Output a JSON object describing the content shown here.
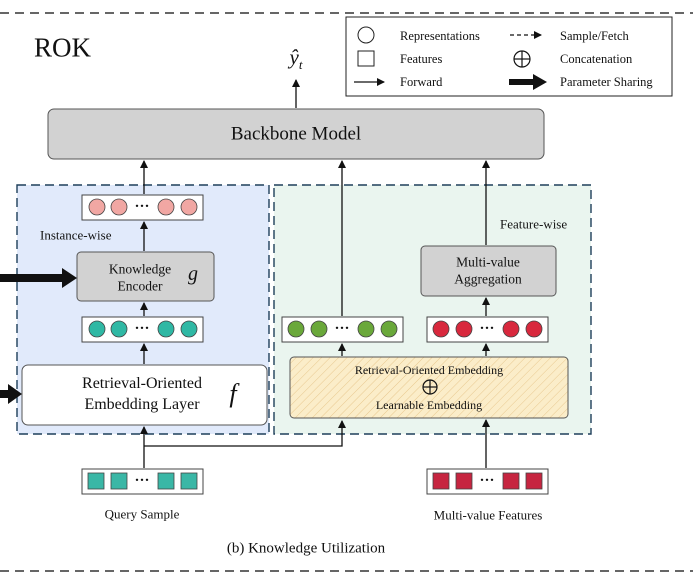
{
  "title": "ROK",
  "caption": "(b) Knowledge Utilization",
  "output_label": "ŷ",
  "output_subscript": "t",
  "legend": {
    "representations": "Representations",
    "features": "Features",
    "forward": "Forward",
    "sample_fetch": "Sample/Fetch",
    "concatenation": "Concatenation",
    "parameter_sharing": "Parameter Sharing"
  },
  "backbone": "Backbone Model",
  "instance_wise": "Instance-wise",
  "feature_wise": "Feature-wise",
  "knowledge_encoder": {
    "line1": "Knowledge",
    "line2": "Encoder",
    "symbol": "g"
  },
  "retrieval_layer": {
    "line1": "Retrieval-Oriented",
    "line2": "Embedding Layer",
    "symbol": "f"
  },
  "aggregation": {
    "line1": "Multi-value",
    "line2": "Aggregation"
  },
  "combined_embedding": {
    "line1": "Retrieval-Oriented Embedding",
    "line2": "Learnable Embedding"
  },
  "query_sample": "Query Sample",
  "multi_value_features": "Multi-value Features",
  "ellipsis": "···",
  "colors": {
    "pink": "#f1a7a3",
    "teal": "#2fb8a4",
    "green": "#6aa83a",
    "red": "#d8283d",
    "teal_square": "#3ab7a6",
    "red_square": "#c62540",
    "box_gray": "#d2d2d2",
    "blue_panel": "#e1eafb",
    "green_panel": "#eaf5ef",
    "hatch_fill": "#fbedc9"
  }
}
